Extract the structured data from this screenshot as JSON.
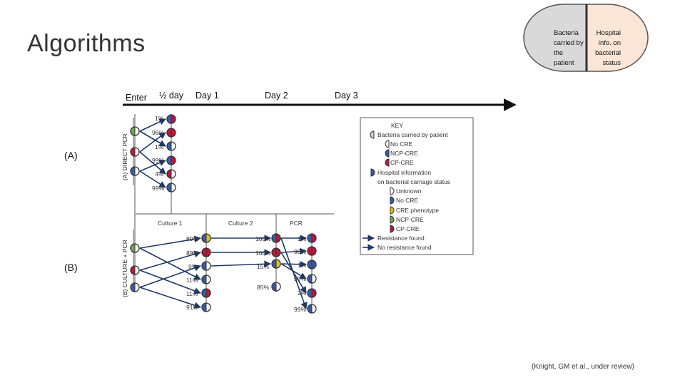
{
  "title": "Algorithms",
  "legend_top": {
    "left_text": [
      "Bacteria",
      "carried by",
      "the",
      "patient"
    ],
    "right_text": [
      "Hospital",
      "info. on",
      "bacterial",
      "status"
    ]
  },
  "timeline": {
    "labels": [
      "Enter",
      "½ day",
      "Day 1",
      "Day 2",
      "Day 3"
    ]
  },
  "section_a": {
    "label": "(A)",
    "side_label": "(A) DIRECT PCR",
    "percents": [
      "1%",
      "96%",
      "1%",
      "99%",
      "4%",
      "99%"
    ]
  },
  "section_b": {
    "label": "(B)",
    "side_label": "(B) CULTURE + PCR",
    "stage_labels": [
      "Culture 1",
      "Culture 2",
      "PCR"
    ],
    "col1": [
      "89%",
      "89%",
      "9%",
      "11%",
      "11%",
      "91%"
    ],
    "col2": [
      "100%",
      "100%",
      "15%",
      "85%"
    ],
    "col3": [
      "1%",
      "98%",
      "1%",
      "99%",
      "2%",
      "99%"
    ]
  },
  "key": {
    "title": "KEY",
    "items": [
      "Bacteria carried by patient",
      "No CRE",
      "NCP-CRE",
      "CP-CRE",
      "Hospital information",
      "on bacterial carriage status",
      "Unknown",
      "No CRE",
      "CRE phenotype",
      "NCP-CRE",
      "CP-CRE",
      "Resistance found",
      "No resistance found"
    ]
  },
  "reference": "(Knight, GM et al., under review)",
  "colors": {
    "green": "#6aa84f",
    "red": "#c0143c",
    "blue": "#3a5ba9",
    "yellow": "#e8c10c",
    "white": "#ffffff",
    "grey": "#cfcfcf",
    "line": "#1f3864"
  }
}
